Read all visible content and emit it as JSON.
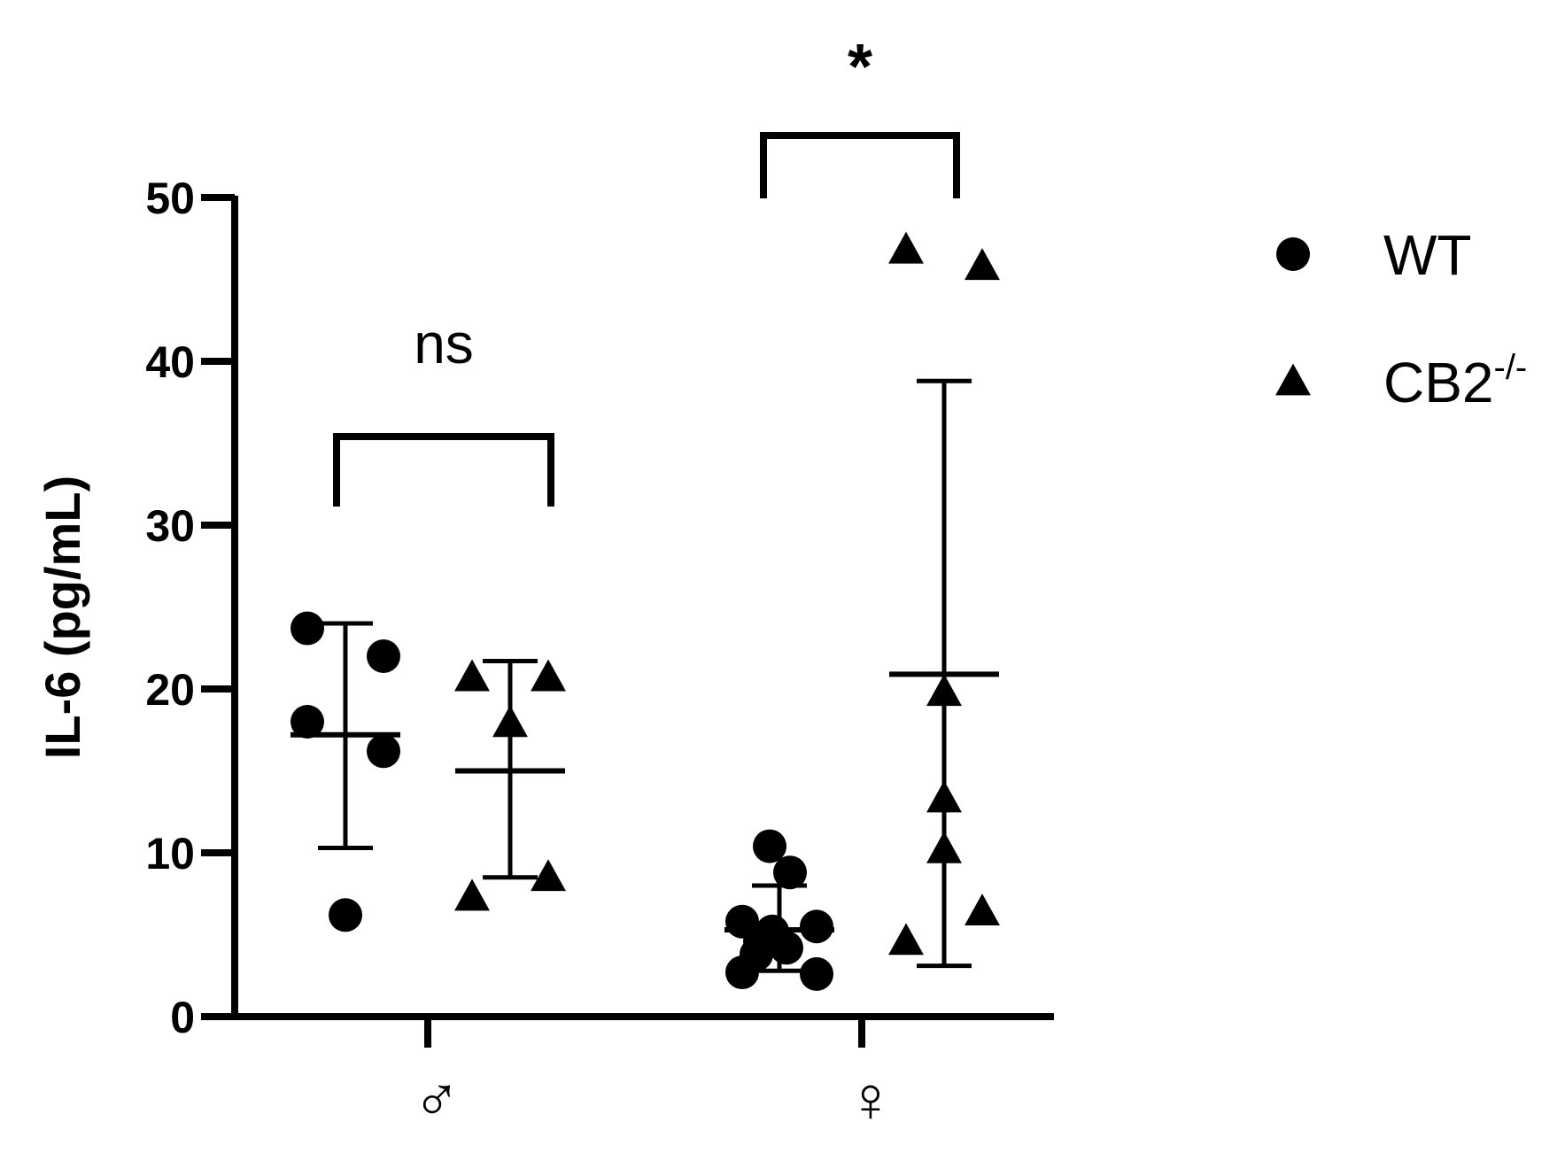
{
  "chart_data": {
    "type": "scatter",
    "ylabel": "IL-6 (pg/mL)",
    "ylim": [
      0,
      50
    ],
    "yticks": [
      "0",
      "10",
      "20",
      "30",
      "40",
      "50"
    ],
    "categories": [
      "♂",
      "♀"
    ],
    "legend_position": "right",
    "series": [
      {
        "name": "WT",
        "marker": "circle",
        "color": "#000000",
        "groups": [
          {
            "category": "♂",
            "values": [
              23.7,
              22.0,
              18.0,
              16.2,
              6.2
            ],
            "mean": 17.2,
            "sd_low": 10.3,
            "sd_high": 24.0
          },
          {
            "category": "♀",
            "values": [
              10.4,
              8.8,
              5.8,
              5.5,
              5.2,
              4.6,
              4.2,
              3.8,
              2.7,
              2.6
            ],
            "mean": 5.3,
            "sd_low": 2.8,
            "sd_high": 8.0
          }
        ]
      },
      {
        "name": "CB2",
        "name_sup": "-/-",
        "marker": "triangle",
        "color": "#000000",
        "groups": [
          {
            "category": "♂",
            "values": [
              20.7,
              20.7,
              17.9,
              8.5,
              7.3
            ],
            "mean": 15.0,
            "sd_low": 8.5,
            "sd_high": 21.7
          },
          {
            "category": "♀",
            "values": [
              46.8,
              45.8,
              19.8,
              13.3,
              10.2,
              6.4,
              4.6
            ],
            "mean": 20.9,
            "sd_low": 3.1,
            "sd_high": 38.8
          }
        ]
      }
    ],
    "comparisons": [
      {
        "category": "♂",
        "label": "ns"
      },
      {
        "category": "♀",
        "label": "*"
      }
    ]
  }
}
